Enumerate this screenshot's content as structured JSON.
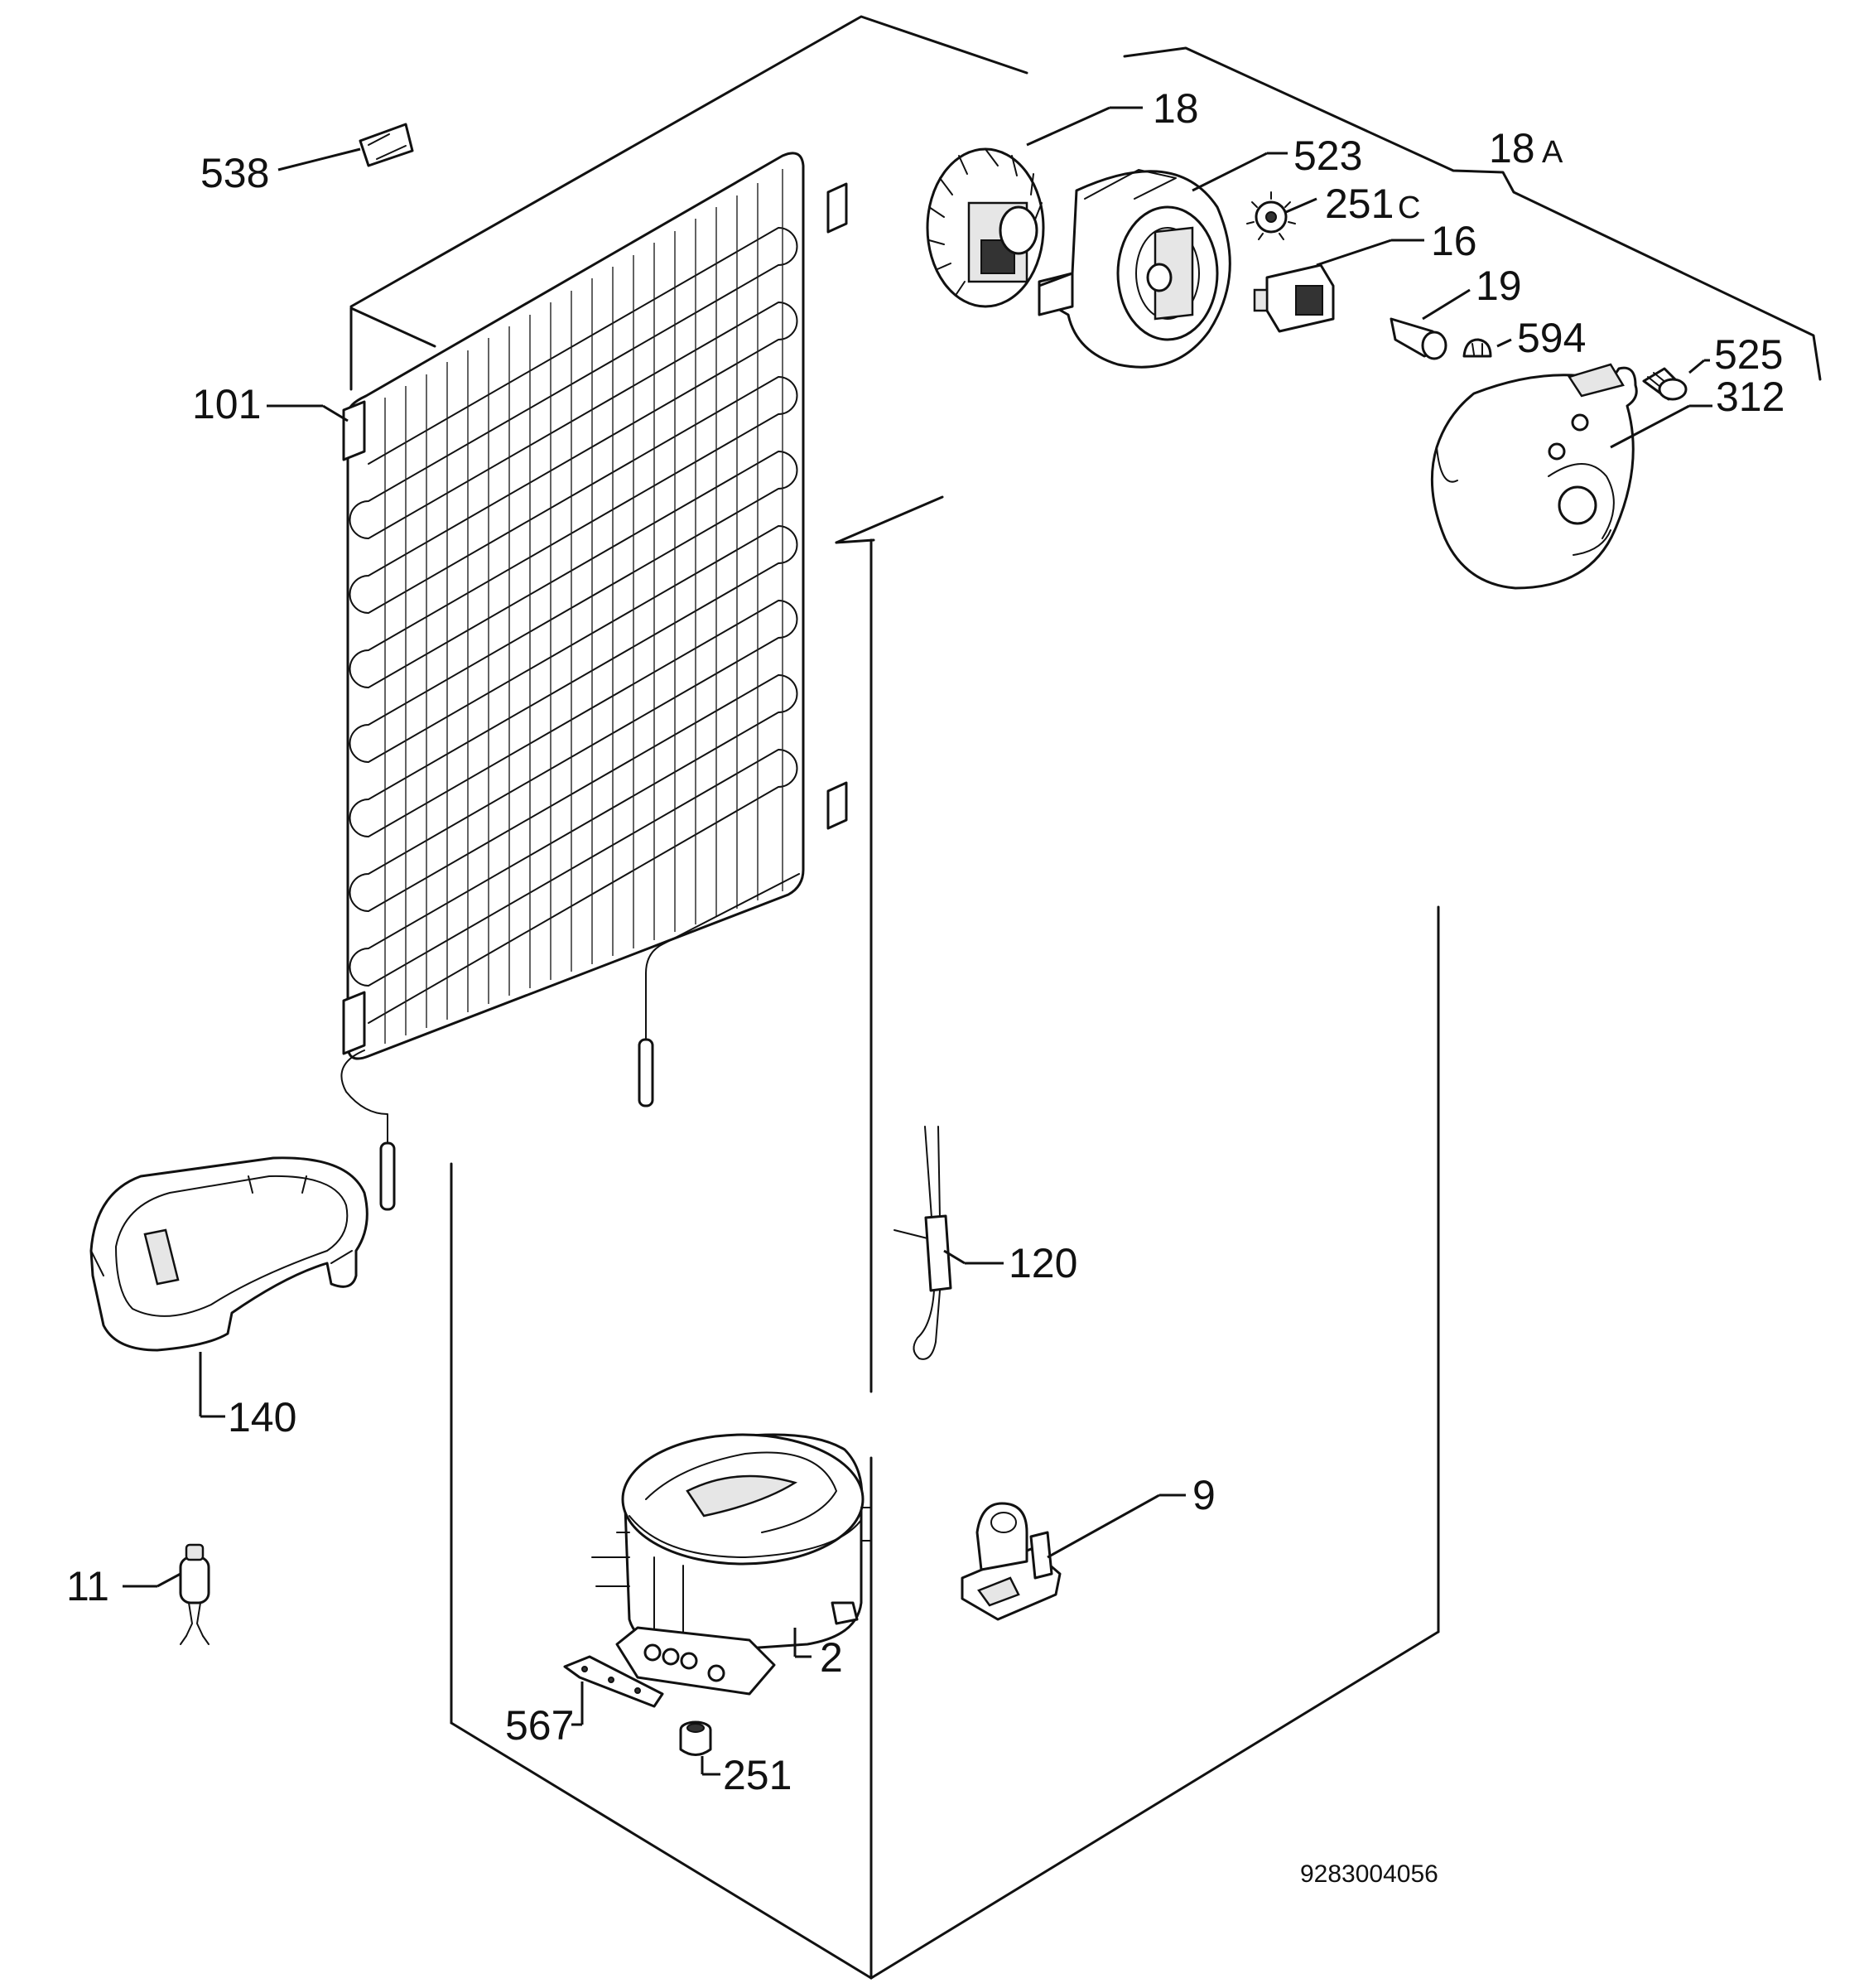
{
  "labels": {
    "p538": "538",
    "p18": "18",
    "p523": "523",
    "p18a_num": "18",
    "p18a_suffix": "A",
    "p251c_num": "251",
    "p251c_suffix": "C",
    "p16": "16",
    "p19": "19",
    "p594": "594",
    "p525": "525",
    "p312": "312",
    "p101": "101",
    "p120": "120",
    "p140": "140",
    "p9": "9",
    "p11": "11",
    "p2": "2",
    "p567": "567",
    "p251": "251"
  },
  "reference_number": "9283004056"
}
